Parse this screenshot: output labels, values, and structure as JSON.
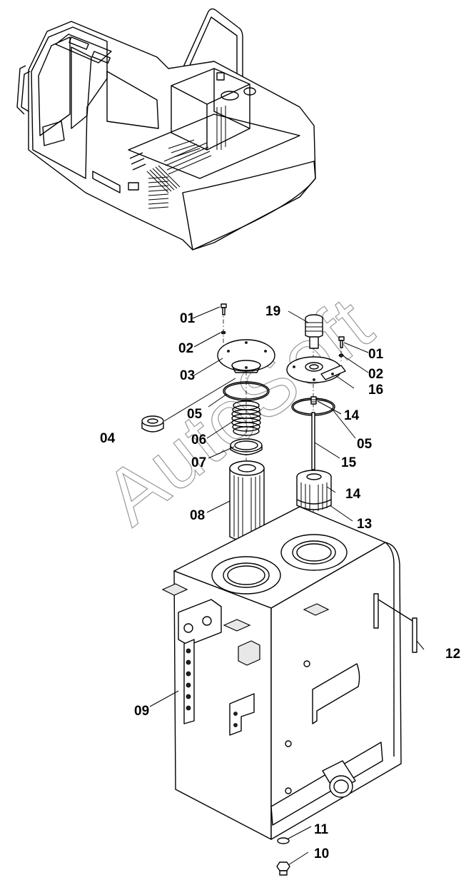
{
  "watermark": "AutoSoft",
  "callouts": [
    {
      "id": "c01a",
      "text": "01"
    },
    {
      "id": "c02a",
      "text": "02"
    },
    {
      "id": "c03",
      "text": "03"
    },
    {
      "id": "c04",
      "text": "04"
    },
    {
      "id": "c05a",
      "text": "05"
    },
    {
      "id": "c06",
      "text": "06"
    },
    {
      "id": "c07",
      "text": "07"
    },
    {
      "id": "c08",
      "text": "08"
    },
    {
      "id": "c09",
      "text": "09"
    },
    {
      "id": "c10",
      "text": "10"
    },
    {
      "id": "c11",
      "text": "11"
    },
    {
      "id": "c12",
      "text": "12"
    },
    {
      "id": "c13",
      "text": "13"
    },
    {
      "id": "c14a",
      "text": "14"
    },
    {
      "id": "c14b",
      "text": "14"
    },
    {
      "id": "c15",
      "text": "15"
    },
    {
      "id": "c16",
      "text": "16"
    },
    {
      "id": "c19",
      "text": "19"
    },
    {
      "id": "c01b",
      "text": "01"
    },
    {
      "id": "c02b",
      "text": "02"
    },
    {
      "id": "c05b",
      "text": "05"
    }
  ]
}
